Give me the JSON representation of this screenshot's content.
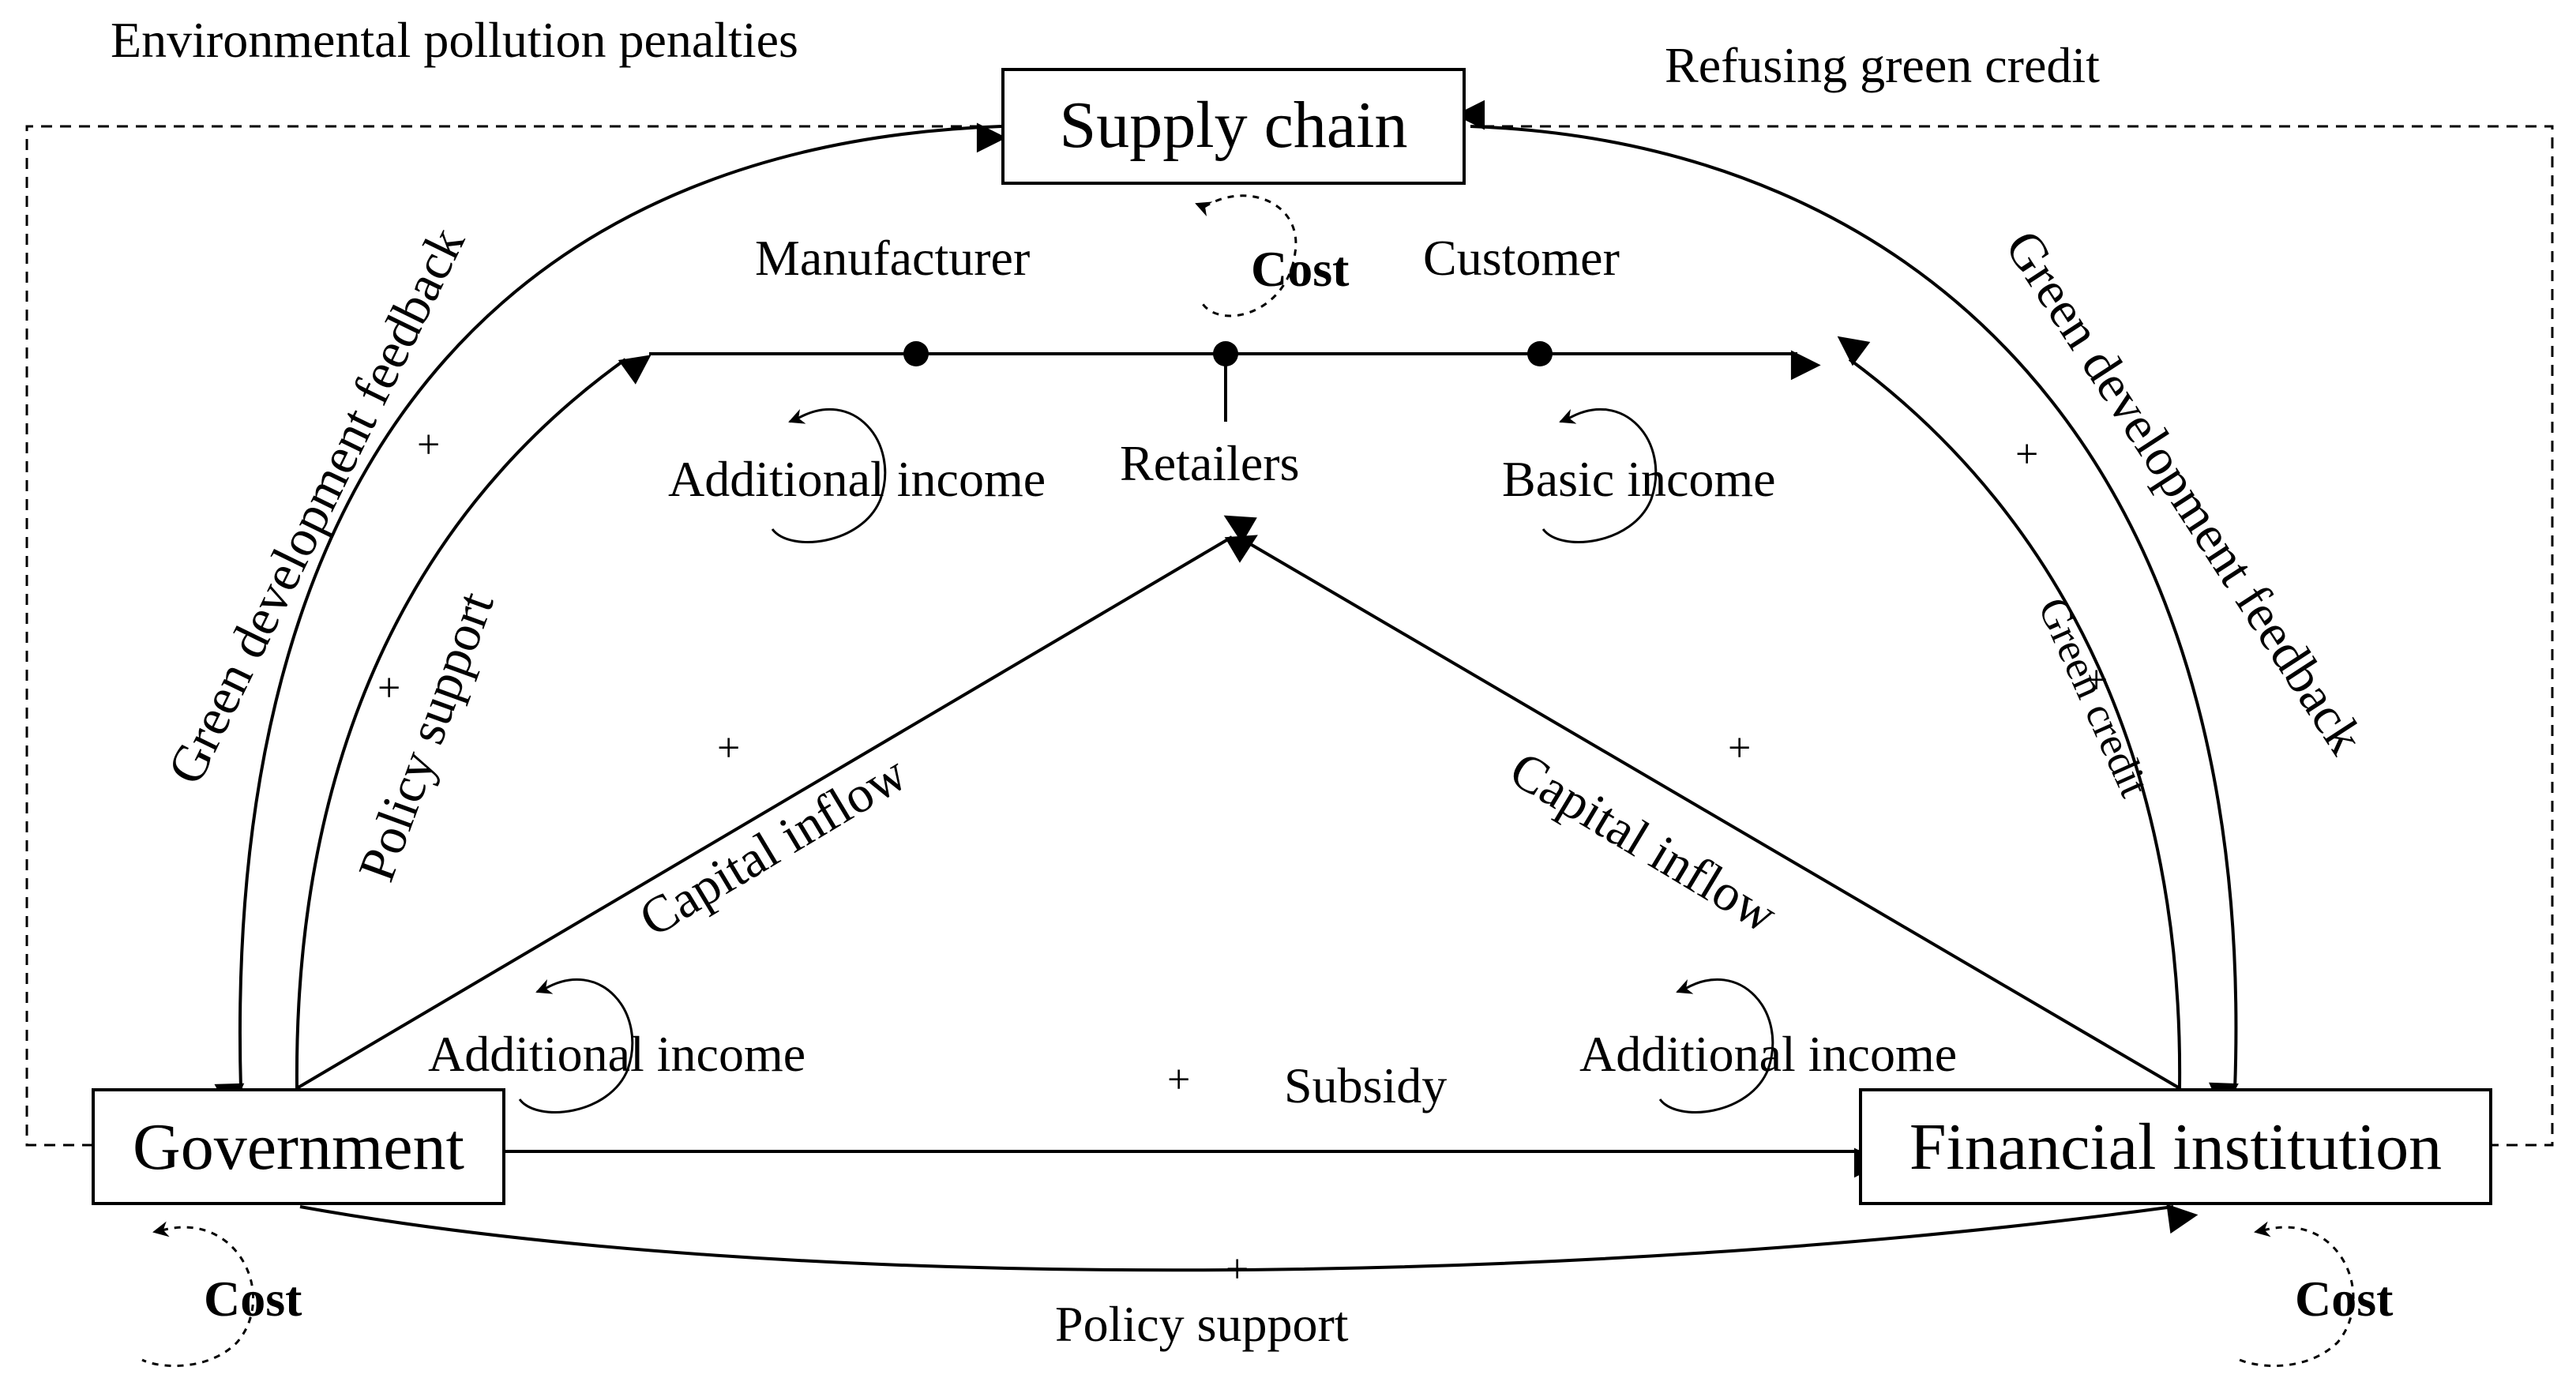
{
  "nodes": {
    "supply_chain": "Supply chain",
    "government": "Government",
    "financial_institution": "Financial institution"
  },
  "chain": {
    "manufacturer": "Manufacturer",
    "retailers": "Retailers",
    "customer": "Customer"
  },
  "labels": {
    "env_penalties": "Environmental pollution penalties",
    "refusing_credit": "Refusing green credit",
    "green_feedback_left": "Green development feedback",
    "green_feedback_right": "Green development feedback",
    "policy_support_left": "Policy support",
    "policy_support_bottom": "Policy support",
    "green_credit": "Green credit",
    "capital_inflow_left": "Capital inflow",
    "capital_inflow_right": "Capital inflow",
    "subsidy": "Subsidy"
  },
  "loops": {
    "cost_supply": "Cost",
    "cost_government": "Cost",
    "cost_financial": "Cost",
    "additional_income_supply": "Additional income",
    "basic_income": "Basic income",
    "additional_income_gov": "Additional income",
    "additional_income_fin": "Additional income"
  },
  "signs": {
    "plus": "+"
  }
}
